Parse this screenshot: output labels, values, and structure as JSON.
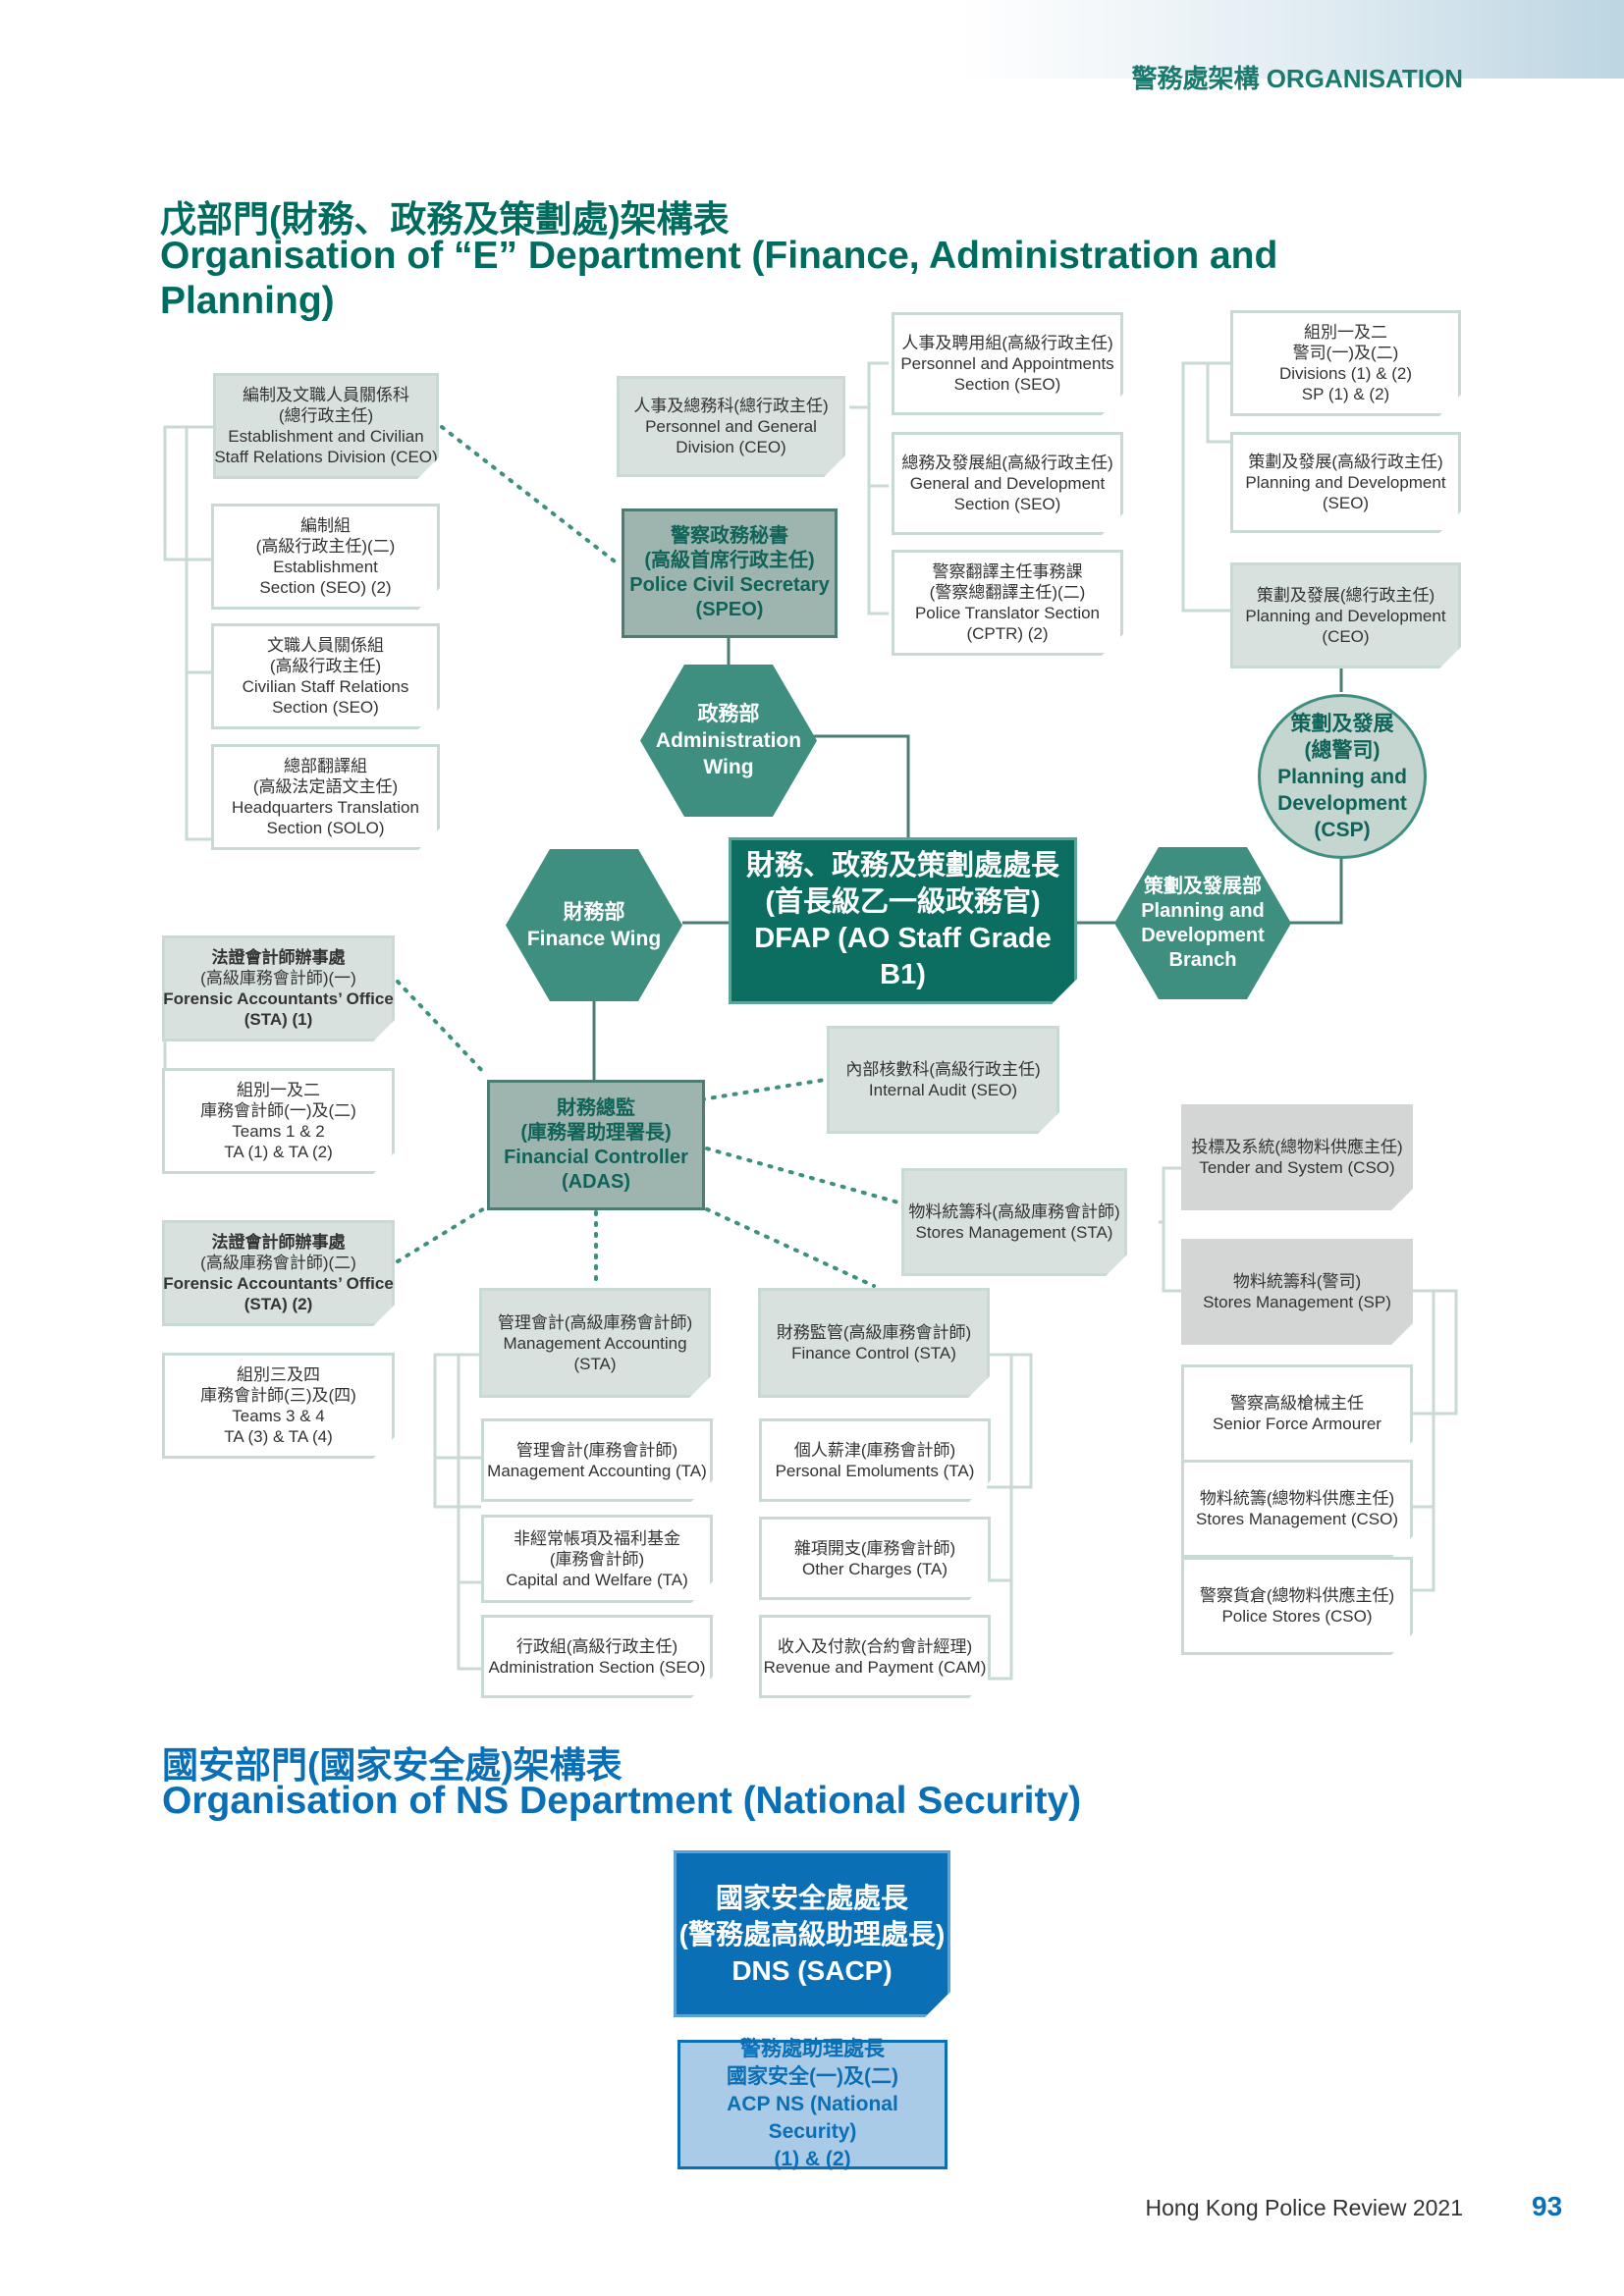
{
  "header": {
    "section_label": "警務處架構 ORGANISATION"
  },
  "e_title": {
    "zh": "戊部門(財務、政務及策劃處)架構表",
    "en_line1": "Organisation of “E” Department (Finance, Administration and",
    "en_line2": "Planning)"
  },
  "dfap": {
    "zh1": "財務、政務及策劃處處長",
    "zh2": "(首長級乙一級政務官)",
    "en": "DFAP (AO Staff Grade B1)"
  },
  "admin_wing": {
    "zh": "政務部",
    "en1": "Administration",
    "en2": "Wing"
  },
  "finance_wing": {
    "zh": "財務部",
    "en": "Finance Wing"
  },
  "planning_branch": {
    "zh": "策劃及發展部",
    "en1": "Planning and",
    "en2": "Development",
    "en3": "Branch"
  },
  "speo": {
    "zh1": "警察政務秘書",
    "zh2": "(高級首席行政主任)",
    "en1": "Police Civil Secretary",
    "en2": "(SPEO)"
  },
  "csp": {
    "zh1": "策劃及發展",
    "zh2": "(總警司)",
    "en1": "Planning and",
    "en2": "Development",
    "en3": "(CSP)"
  },
  "adas": {
    "zh1": "財務總監",
    "zh2": "(庫務署助理署長)",
    "en1": "Financial Controller",
    "en2": "(ADAS)"
  },
  "establishment_div": {
    "zh1": "編制及文職人員關係科",
    "zh2": "(總行政主任)",
    "en1": "Establishment and Civilian",
    "en2": "Staff Relations Division (CEO)"
  },
  "establishment_sec": {
    "zh1": "編制組",
    "zh2": "(高級行政主任)(二)",
    "en1": "Establishment",
    "en2": "Section (SEO) (2)"
  },
  "civilian_staff_sec": {
    "zh1": "文職人員關係組",
    "zh2": "(高級行政主任)",
    "en1": "Civilian Staff Relations",
    "en2": "Section (SEO)"
  },
  "hq_translation": {
    "zh1": "總部翻譯組",
    "zh2": "(高級法定語文主任)",
    "en1": "Headquarters Translation",
    "en2": "Section (SOLO)"
  },
  "personnel_div": {
    "zh": "人事及總務科(總行政主任)",
    "en1": "Personnel and General",
    "en2": "Division (CEO)"
  },
  "personnel_sec": {
    "zh": "人事及聘用組(高級行政主任)",
    "en1": "Personnel and Appointments",
    "en2": "Section (SEO)"
  },
  "general_dev_sec": {
    "zh": "總務及發展組(高級行政主任)",
    "en1": "General and Development",
    "en2": "Section (SEO)"
  },
  "translator_sec": {
    "zh1": "警察翻譯主任事務課",
    "zh2": "(警察總翻譯主任)(二)",
    "en1": "Police Translator Section",
    "en2": "(CPTR) (2)"
  },
  "divisions_1_2": {
    "zh1": "組別一及二",
    "zh2": "警司(一)及(二)",
    "en1": "Divisions (1) & (2)",
    "en2": "SP (1) & (2)"
  },
  "pd_seo": {
    "zh": "策劃及發展(高級行政主任)",
    "en1": "Planning and Development",
    "en2": "(SEO)"
  },
  "pd_ceo": {
    "zh": "策劃及發展(總行政主任)",
    "en1": "Planning and Development",
    "en2": "(CEO)"
  },
  "fao_1": {
    "zh1": "法證會計師辦事處",
    "zh2": "(高級庫務會計師)(一)",
    "en1": "Forensic Accountants’ Office",
    "en2": "(STA) (1)"
  },
  "teams_1_2": {
    "zh1": "組別一及二",
    "zh2": "庫務會計師(一)及(二)",
    "en1": "Teams 1 & 2",
    "en2": "TA (1) & TA (2)"
  },
  "fao_2": {
    "zh1": "法證會計師辦事處",
    "zh2": "(高級庫務會計師)(二)",
    "en1": "Forensic Accountants’ Office",
    "en2": "(STA) (2)"
  },
  "teams_3_4": {
    "zh1": "組別三及四",
    "zh2": "庫務會計師(三)及(四)",
    "en1": "Teams 3 & 4",
    "en2": "TA (3) & TA (4)"
  },
  "internal_audit": {
    "zh": "內部核數科(高級行政主任)",
    "en": "Internal Audit (SEO)"
  },
  "stores_sta": {
    "zh": "物料統籌科(高級庫務會計師)",
    "en": "Stores Management (STA)"
  },
  "tender_system": {
    "zh": "投標及系統(總物料供應主任)",
    "en": "Tender and System (CSO)"
  },
  "stores_sp": {
    "zh": "物料統籌科(警司)",
    "en": "Stores Management (SP)"
  },
  "armourer": {
    "zh": "警察高級槍械主任",
    "en": "Senior Force Armourer"
  },
  "stores_cso": {
    "zh": "物料統籌(總物料供應主任)",
    "en": "Stores Management (CSO)"
  },
  "police_stores": {
    "zh": "警察貨倉(總物料供應主任)",
    "en": "Police Stores (CSO)"
  },
  "mgmt_acct_sta": {
    "zh": "管理會計(高級庫務會計師)",
    "en1": "Management Accounting",
    "en2": "(STA)"
  },
  "fin_control_sta": {
    "zh": "財務監管(高級庫務會計師)",
    "en": "Finance Control (STA)"
  },
  "mgmt_acct_ta": {
    "zh": "管理會計(庫務會計師)",
    "en": "Management Accounting (TA)"
  },
  "capital_welfare": {
    "zh1": "非經常帳項及福利基金",
    "zh2": "(庫務會計師)",
    "en": "Capital and Welfare (TA)"
  },
  "admin_section": {
    "zh": "行政組(高級行政主任)",
    "en": "Administration Section (SEO)"
  },
  "personal_emoluments": {
    "zh": "個人薪津(庫務會計師)",
    "en": "Personal Emoluments (TA)"
  },
  "other_charges": {
    "zh": "雜項開支(庫務會計師)",
    "en": "Other Charges (TA)"
  },
  "revenue_payment": {
    "zh": "收入及付款(合約會計經理)",
    "en": "Revenue and Payment (CAM)"
  },
  "ns_title": {
    "zh": "國安部門(國家安全處)架構表",
    "en": "Organisation of NS Department (National Security)"
  },
  "dns": {
    "zh1": "國家安全處處長",
    "zh2": "(警務處高級助理處長)",
    "en": "DNS (SACP)"
  },
  "acp_ns": {
    "zh1": "警務處助理處長",
    "zh2": "國家安全(一)及(二)",
    "en1": "ACP NS (National Security)",
    "en2": "(1) & (2)"
  },
  "footer": {
    "publication": "Hong Kong Police Review 2021",
    "page": "93"
  },
  "colors": {
    "teal_dark": "#0b6e60",
    "teal_mid": "#3e8f80",
    "line": "#4d7c73",
    "light_border": "#c9d9d3",
    "ns_blue": "#0a6fb5",
    "acp_blue": "#a9cbe8"
  }
}
